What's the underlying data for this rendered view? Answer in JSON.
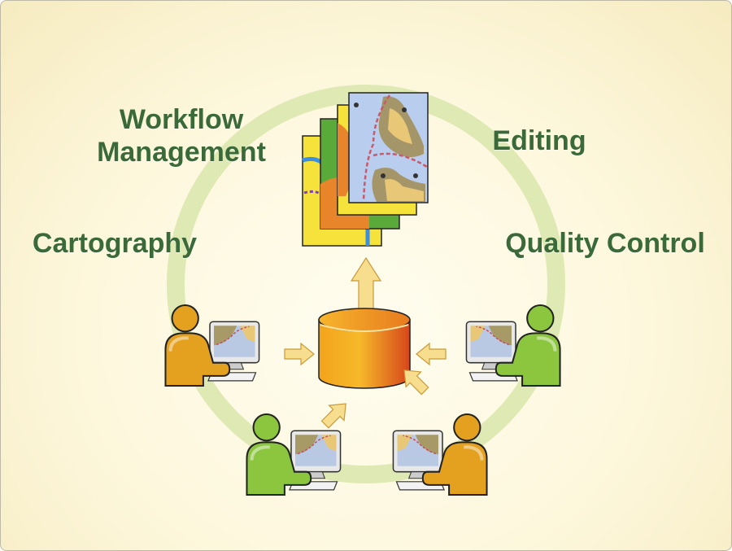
{
  "labels": {
    "workflow_line1": "Workflow",
    "workflow_line2": "Management",
    "editing": "Editing",
    "cartography": "Cartography",
    "quality_control": "Quality Control"
  },
  "colors": {
    "label": "#3b6a3a",
    "ring": "#dfe9b4",
    "database": "#f0a020",
    "arrow": "#f7dd8e",
    "person_orange": "#e3a11f",
    "person_green": "#8cc63f"
  }
}
